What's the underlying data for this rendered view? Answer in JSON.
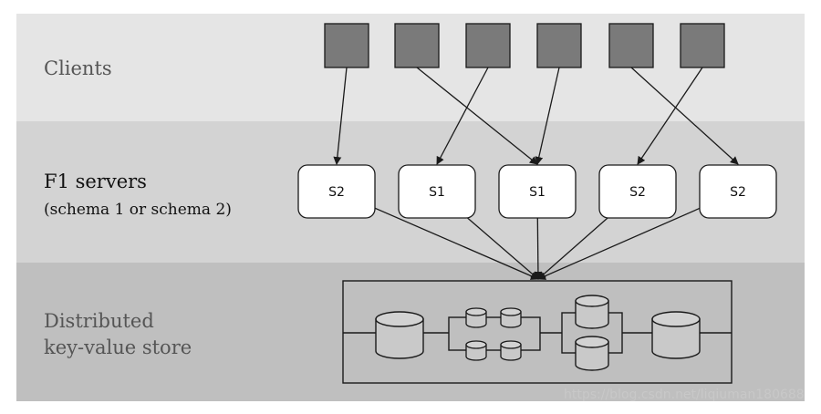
{
  "layers": {
    "clients": "Clients",
    "servers": "F1 servers",
    "servers_sub": "(schema 1 or schema 2)",
    "store_line1": "Distributed",
    "store_line2": "key-value store"
  },
  "servers": [
    {
      "label": "S2"
    },
    {
      "label": "S1"
    },
    {
      "label": "S1"
    },
    {
      "label": "S2"
    },
    {
      "label": "S2"
    }
  ],
  "client_count": 6,
  "client_connections": [
    {
      "client": 1,
      "server": 1
    },
    {
      "client": 2,
      "server": 3
    },
    {
      "client": 3,
      "server": 2
    },
    {
      "client": 4,
      "server": 3
    },
    {
      "client": 5,
      "server": 5
    },
    {
      "client": 6,
      "server": 4
    }
  ],
  "watermark": "https://blog.csdn.net/liqiuman180688"
}
